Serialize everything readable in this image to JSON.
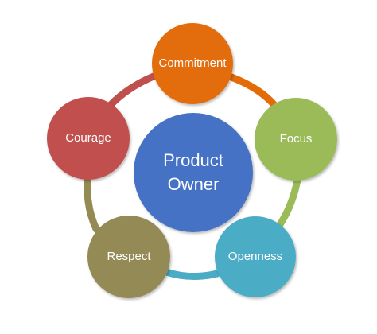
{
  "center": {
    "line1": "Product",
    "line2": "Owner",
    "color": "#4472c4"
  },
  "nodes": [
    {
      "id": "commitment",
      "label": "Commitment",
      "color": "#e36c09"
    },
    {
      "id": "focus",
      "label": "Focus",
      "color": "#9bbb59"
    },
    {
      "id": "openness",
      "label": "Openness",
      "color": "#4bacc6"
    },
    {
      "id": "respect",
      "label": "Respect",
      "color": "#948a54"
    },
    {
      "id": "courage",
      "label": "Courage",
      "color": "#c0504d"
    }
  ]
}
